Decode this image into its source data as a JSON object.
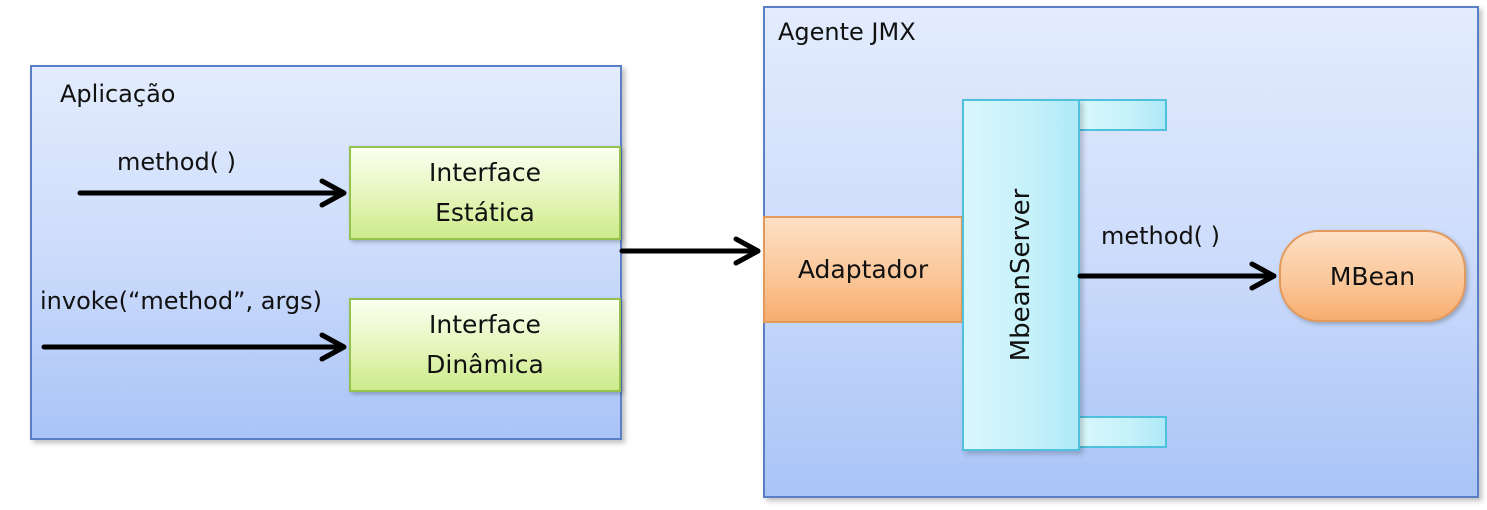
{
  "aplicacao": {
    "title": "Aplicação",
    "interface_estatica": {
      "line1": "Interface",
      "line2": "Estática"
    },
    "interface_dinamica": {
      "line1": "Interface",
      "line2": "Dinâmica"
    },
    "call_static": "method( )",
    "call_dynamic": "invoke(“method”, args)"
  },
  "agente": {
    "title": "Agente JMX",
    "adaptador": "Adaptador",
    "mbeanserver": "MbeanServer",
    "call": "method( )",
    "mbean": "MBean"
  },
  "colors": {
    "container_border": "#5b7fc7",
    "interface_border": "#93c24f",
    "adaptador_fill": "#fbc596",
    "mbeanserver_fill": "#c5f1fa",
    "arrow": "#000000"
  }
}
